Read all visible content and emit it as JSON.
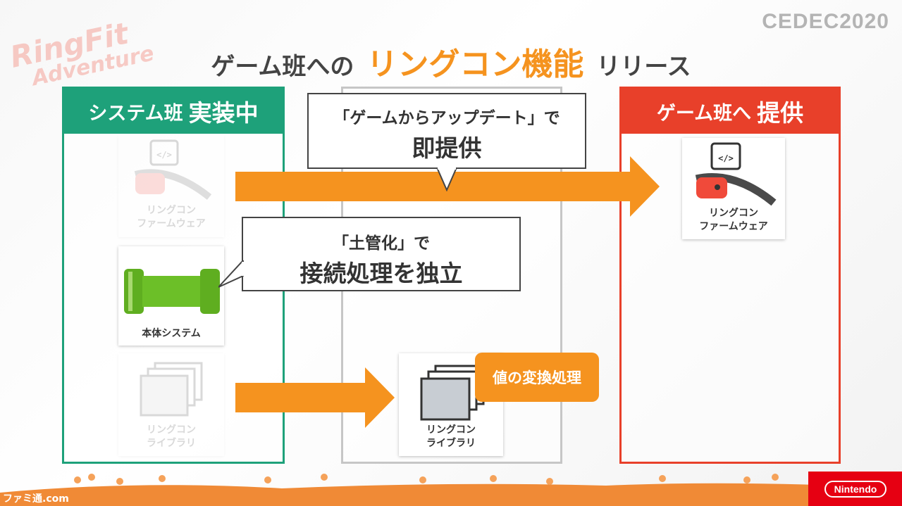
{
  "header": {
    "logo_line1": "RingFit",
    "logo_line2": "Adventure",
    "cedec": "CEDEC2020",
    "title_prefix": "ゲーム班への",
    "title_highlight": "リングコン機能",
    "title_suffix": "リリース"
  },
  "columns": {
    "left": {
      "label": "システム班",
      "status": "実装中"
    },
    "right": {
      "label": "ゲーム班へ",
      "status": "提供"
    }
  },
  "cards": {
    "firmware_left": {
      "line1": "リングコン",
      "line2": "ファームウェア"
    },
    "system": {
      "label": "本体システム"
    },
    "library_left": {
      "line1": "リングコン",
      "line2": "ライブラリ"
    },
    "library_mid": {
      "line1": "リングコン",
      "line2": "ライブラリ"
    },
    "firmware_right": {
      "line1": "リングコン",
      "line2": "ファームウェア"
    }
  },
  "bubbles": {
    "update": {
      "small": "「ゲームからアップデート」で",
      "big": "即提供"
    },
    "pipe": {
      "small": "「土管化」で",
      "big": "接続処理を独立"
    }
  },
  "tag": "値の変換処理",
  "footer": {
    "famitsu": "ファミ通.com",
    "nintendo": "Nintendo"
  },
  "colors": {
    "green": "#1ea17a",
    "orange": "#f5931f",
    "red": "#e8402a"
  }
}
